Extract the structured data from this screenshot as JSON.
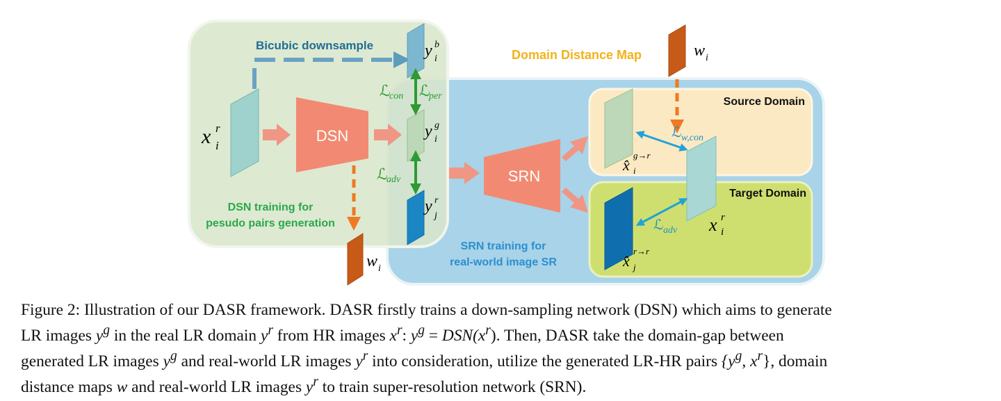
{
  "diagram": {
    "dsn_block": "DSN",
    "srn_block": "SRN",
    "bicubic_label": "Bicubic downsample",
    "domain_map_title": "Domain Distance Map",
    "source_domain": "Source Domain",
    "target_domain": "Target Domain",
    "dsn_training_line1": "DSN training for",
    "dsn_training_line2": "pesudo pairs generation",
    "srn_training_line1": "SRN training for",
    "srn_training_line2": "real-world image SR",
    "symbols": {
      "x_i_r": "x",
      "y_i_b": "y",
      "y_i_g": "y",
      "y_j_r": "y",
      "w_i": "w",
      "L": "ℒ",
      "sub_con": "con",
      "sub_per": "per",
      "sub_adv": "adv",
      "sub_wcon": "w,con",
      "xhat_g_r_sup": "g→r",
      "xhat_r_r_sup": "r→r"
    }
  },
  "caption": {
    "line1": "Figure 2: Illustration of our DASR framework. DASR firstly trains a down-sampling network (DSN) which aims to generate",
    "line2a": "LR images ",
    "line2b": " in the real LR domain ",
    "line2c": " from HR images ",
    "line2d": ": ",
    "line2e": ". Then, DASR take the domain-gap between",
    "line3a": "generated LR images ",
    "line3b": " and real-world LR images ",
    "line3c": " into consideration, utilize the generated LR-HR pairs ",
    "line3d": ", domain",
    "line4a": "distance maps ",
    "line4b": " and real-world LR images ",
    "line4c": " to train super-resolution network (SRN).",
    "m_yg": "y",
    "m_yr": "y",
    "m_xr": "x",
    "m_eq": "DSN(x",
    "m_pairs": "{y",
    "m_w": "w",
    "sup_g": "g",
    "sup_r": "r"
  },
  "colors": {
    "dsn_panel": "#d9e5cb",
    "srn_panel": "#a9d3e8",
    "source_panel": "#fbe9c3",
    "target_panel": "#cfdf6f",
    "block_salmon": "#f28a73",
    "arrow_orange": "#ef9684",
    "green_arrow": "#2e9a33",
    "blue_arrow": "#22a2d8",
    "dash_orange": "#ee7a22",
    "bicubic_text": "#1f6e94",
    "domain_map_text": "#f2b21a",
    "training_text_dsn": "#2aa84a",
    "training_text_srn": "#2a8fd0"
  }
}
